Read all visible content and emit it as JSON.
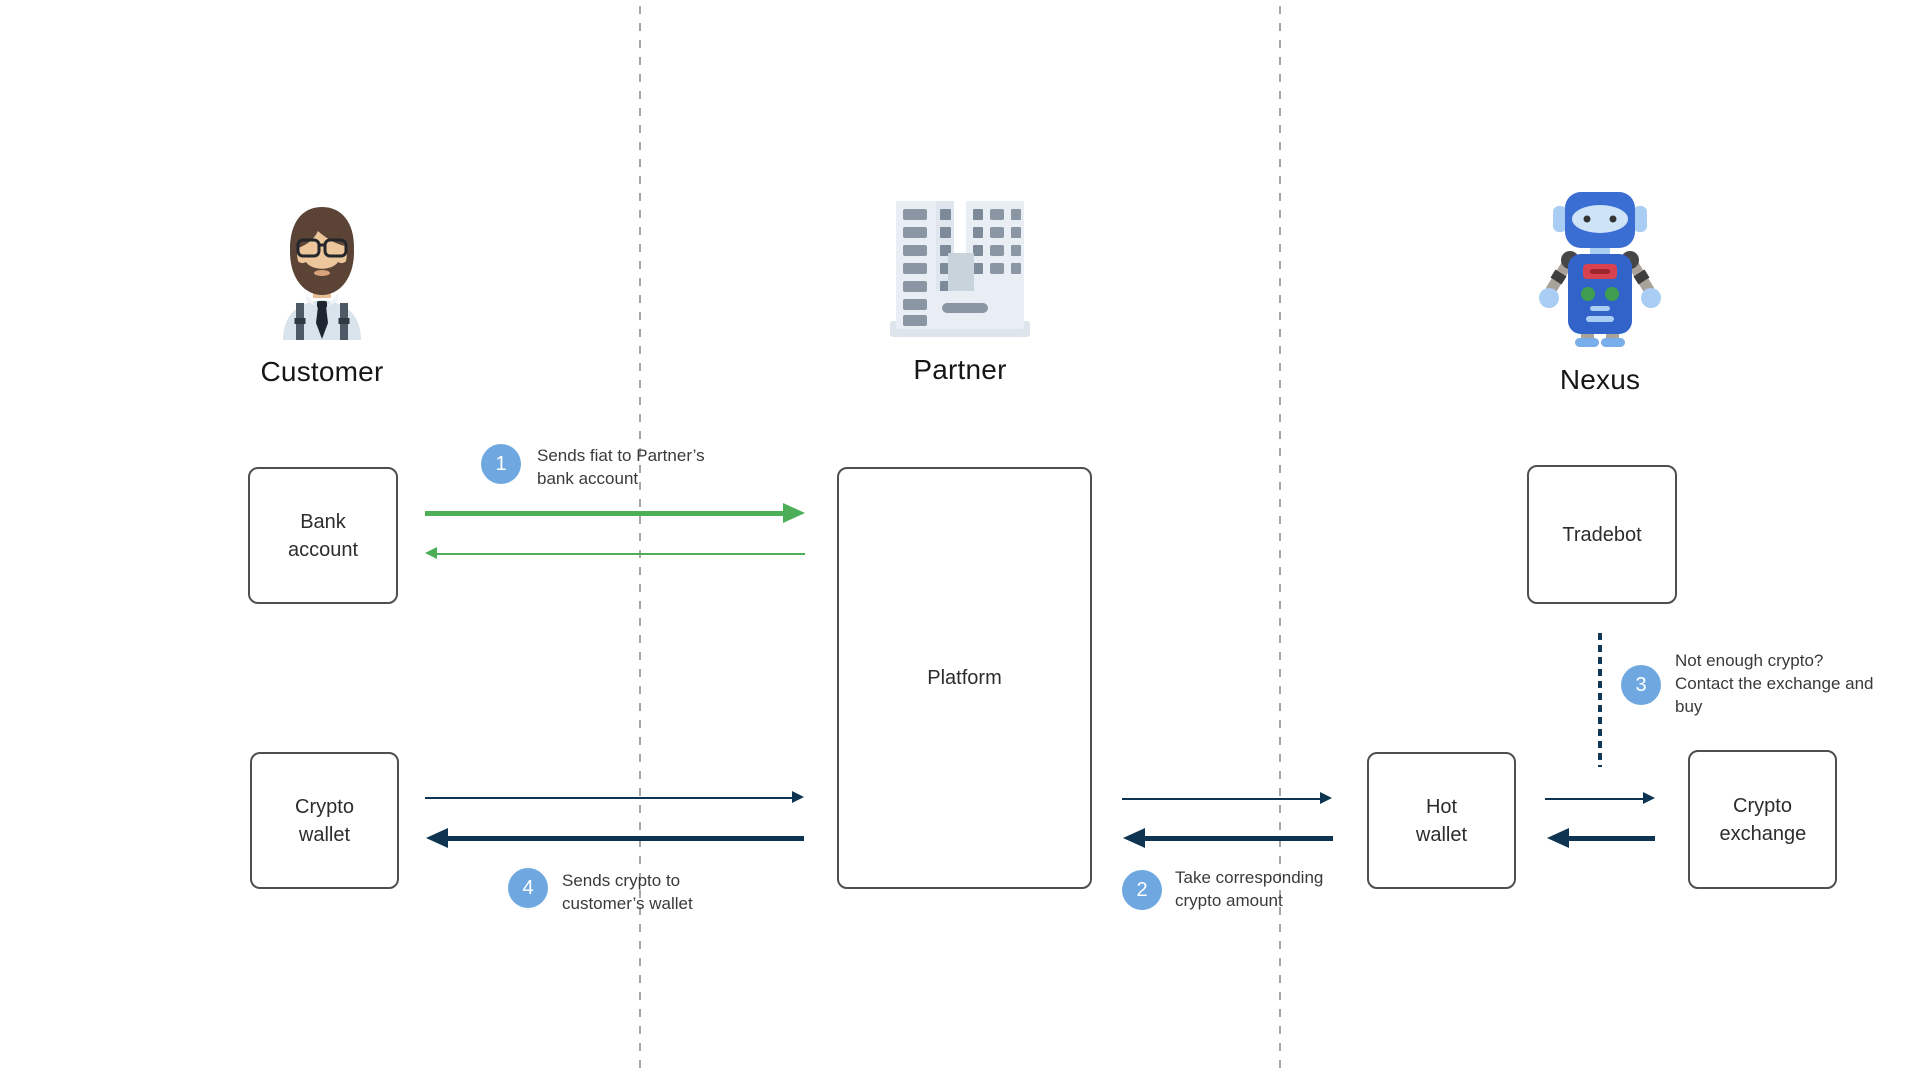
{
  "entities": [
    {
      "id": "customer",
      "label": "Customer",
      "icon": "person-avatar-icon"
    },
    {
      "id": "partner",
      "label": "Partner",
      "icon": "office-building-icon"
    },
    {
      "id": "nexus",
      "label": "Nexus",
      "icon": "robot-icon"
    }
  ],
  "nodes": {
    "bank_account": {
      "label": "Bank account"
    },
    "crypto_wallet": {
      "label": "Crypto wallet"
    },
    "platform": {
      "label": "Platform"
    },
    "tradebot": {
      "label": "Tradebot"
    },
    "hot_wallet": {
      "label": "Hot wallet"
    },
    "crypto_exchange": {
      "label": "Crypto exchange"
    }
  },
  "steps": {
    "step1": {
      "number": "1",
      "text": "Sends fiat to Partner’s bank account"
    },
    "step2": {
      "number": "2",
      "text": "Take corresponding crypto amount"
    },
    "step3": {
      "number": "3",
      "text": "Not enough crypto? Contact the exchange and buy"
    },
    "step4": {
      "number": "4",
      "text": "Sends crypto to customer’s wallet"
    }
  },
  "flows": [
    {
      "from": "Bank account",
      "to": "Platform",
      "style": "thick",
      "color": "#4caf57",
      "direction": "right"
    },
    {
      "from": "Platform",
      "to": "Bank account",
      "style": "thin",
      "color": "#4caf57",
      "direction": "left"
    },
    {
      "from": "Crypto wallet",
      "to": "Platform",
      "style": "thin",
      "color": "#0e3451",
      "direction": "right"
    },
    {
      "from": "Platform",
      "to": "Crypto wallet",
      "style": "thick",
      "color": "#0e3451",
      "direction": "left"
    },
    {
      "from": "Platform",
      "to": "Hot wallet",
      "style": "thin",
      "color": "#0e3451",
      "direction": "right"
    },
    {
      "from": "Hot wallet",
      "to": "Platform",
      "style": "thick",
      "color": "#0e3451",
      "direction": "left"
    },
    {
      "from": "Hot wallet",
      "to": "Crypto exchange",
      "style": "thin",
      "color": "#0e3451",
      "direction": "right"
    },
    {
      "from": "Crypto exchange",
      "to": "Hot wallet",
      "style": "thick",
      "color": "#0e3451",
      "direction": "left"
    },
    {
      "from": "Tradebot",
      "to": "Hot wallet / Crypto exchange",
      "style": "dashed-vertical",
      "color": "#123a58",
      "direction": "down"
    }
  ],
  "colors": {
    "flow_green": "#4caf57",
    "flow_navy": "#0e3451",
    "step_badge_blue": "#6fa8e0",
    "lane_separator_gray": "#a6a6a6",
    "box_border_gray": "#4f4f4f",
    "annotation_text": "#3a3a3a"
  }
}
